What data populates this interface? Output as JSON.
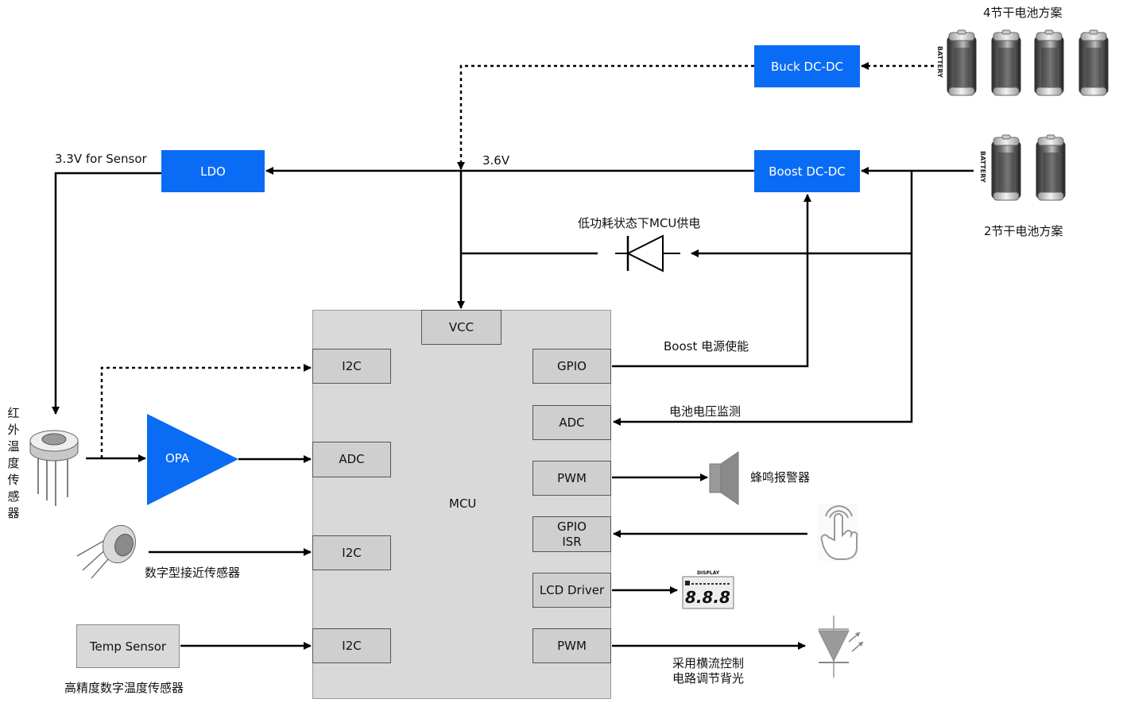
{
  "labels": {
    "four_cell": "4节干电池方案",
    "two_cell": "2节干电池方案",
    "v_sensor": "3.3V for Sensor",
    "v_36": "3.6V",
    "low_power": "低功耗状态下MCU供电",
    "boost_enable": "Boost 电源使能",
    "battery_monitor": "电池电压监测",
    "buzzer": "蜂鸣报警器",
    "proximity": "数字型接近传感器",
    "hp_temp": "高精度数字温度传感器",
    "ir_sensor_chars": [
      "红",
      "外",
      "温",
      "度",
      "传",
      "感",
      "器"
    ],
    "backlight_line1": "采用横流控制",
    "backlight_line2": "电路调节背光",
    "battery_word": "BATTERY",
    "display_word": "DISPLAY",
    "lcd_digits": "8.8.8"
  },
  "blocks": {
    "buck": "Buck DC-DC",
    "boost": "Boost DC-DC",
    "ldo": "LDO",
    "opa": "OPA",
    "temp_sensor": "Temp Sensor",
    "mcu": "MCU"
  },
  "ports": {
    "vcc": "VCC",
    "i2c_1": "I2C",
    "adc_left": "ADC",
    "i2c_2": "I2C",
    "i2c_3": "I2C",
    "gpio": "GPIO",
    "adc_right": "ADC",
    "pwm_1": "PWM",
    "gpio_isr": "GPIO\nISR",
    "lcd_driver": "LCD Driver",
    "pwm_2": "PWM"
  },
  "colors": {
    "block_blue": "#0a6cf5",
    "mcu_gray": "#d9d9d9",
    "port_gray": "#cfcfcf",
    "line": "#000000"
  }
}
